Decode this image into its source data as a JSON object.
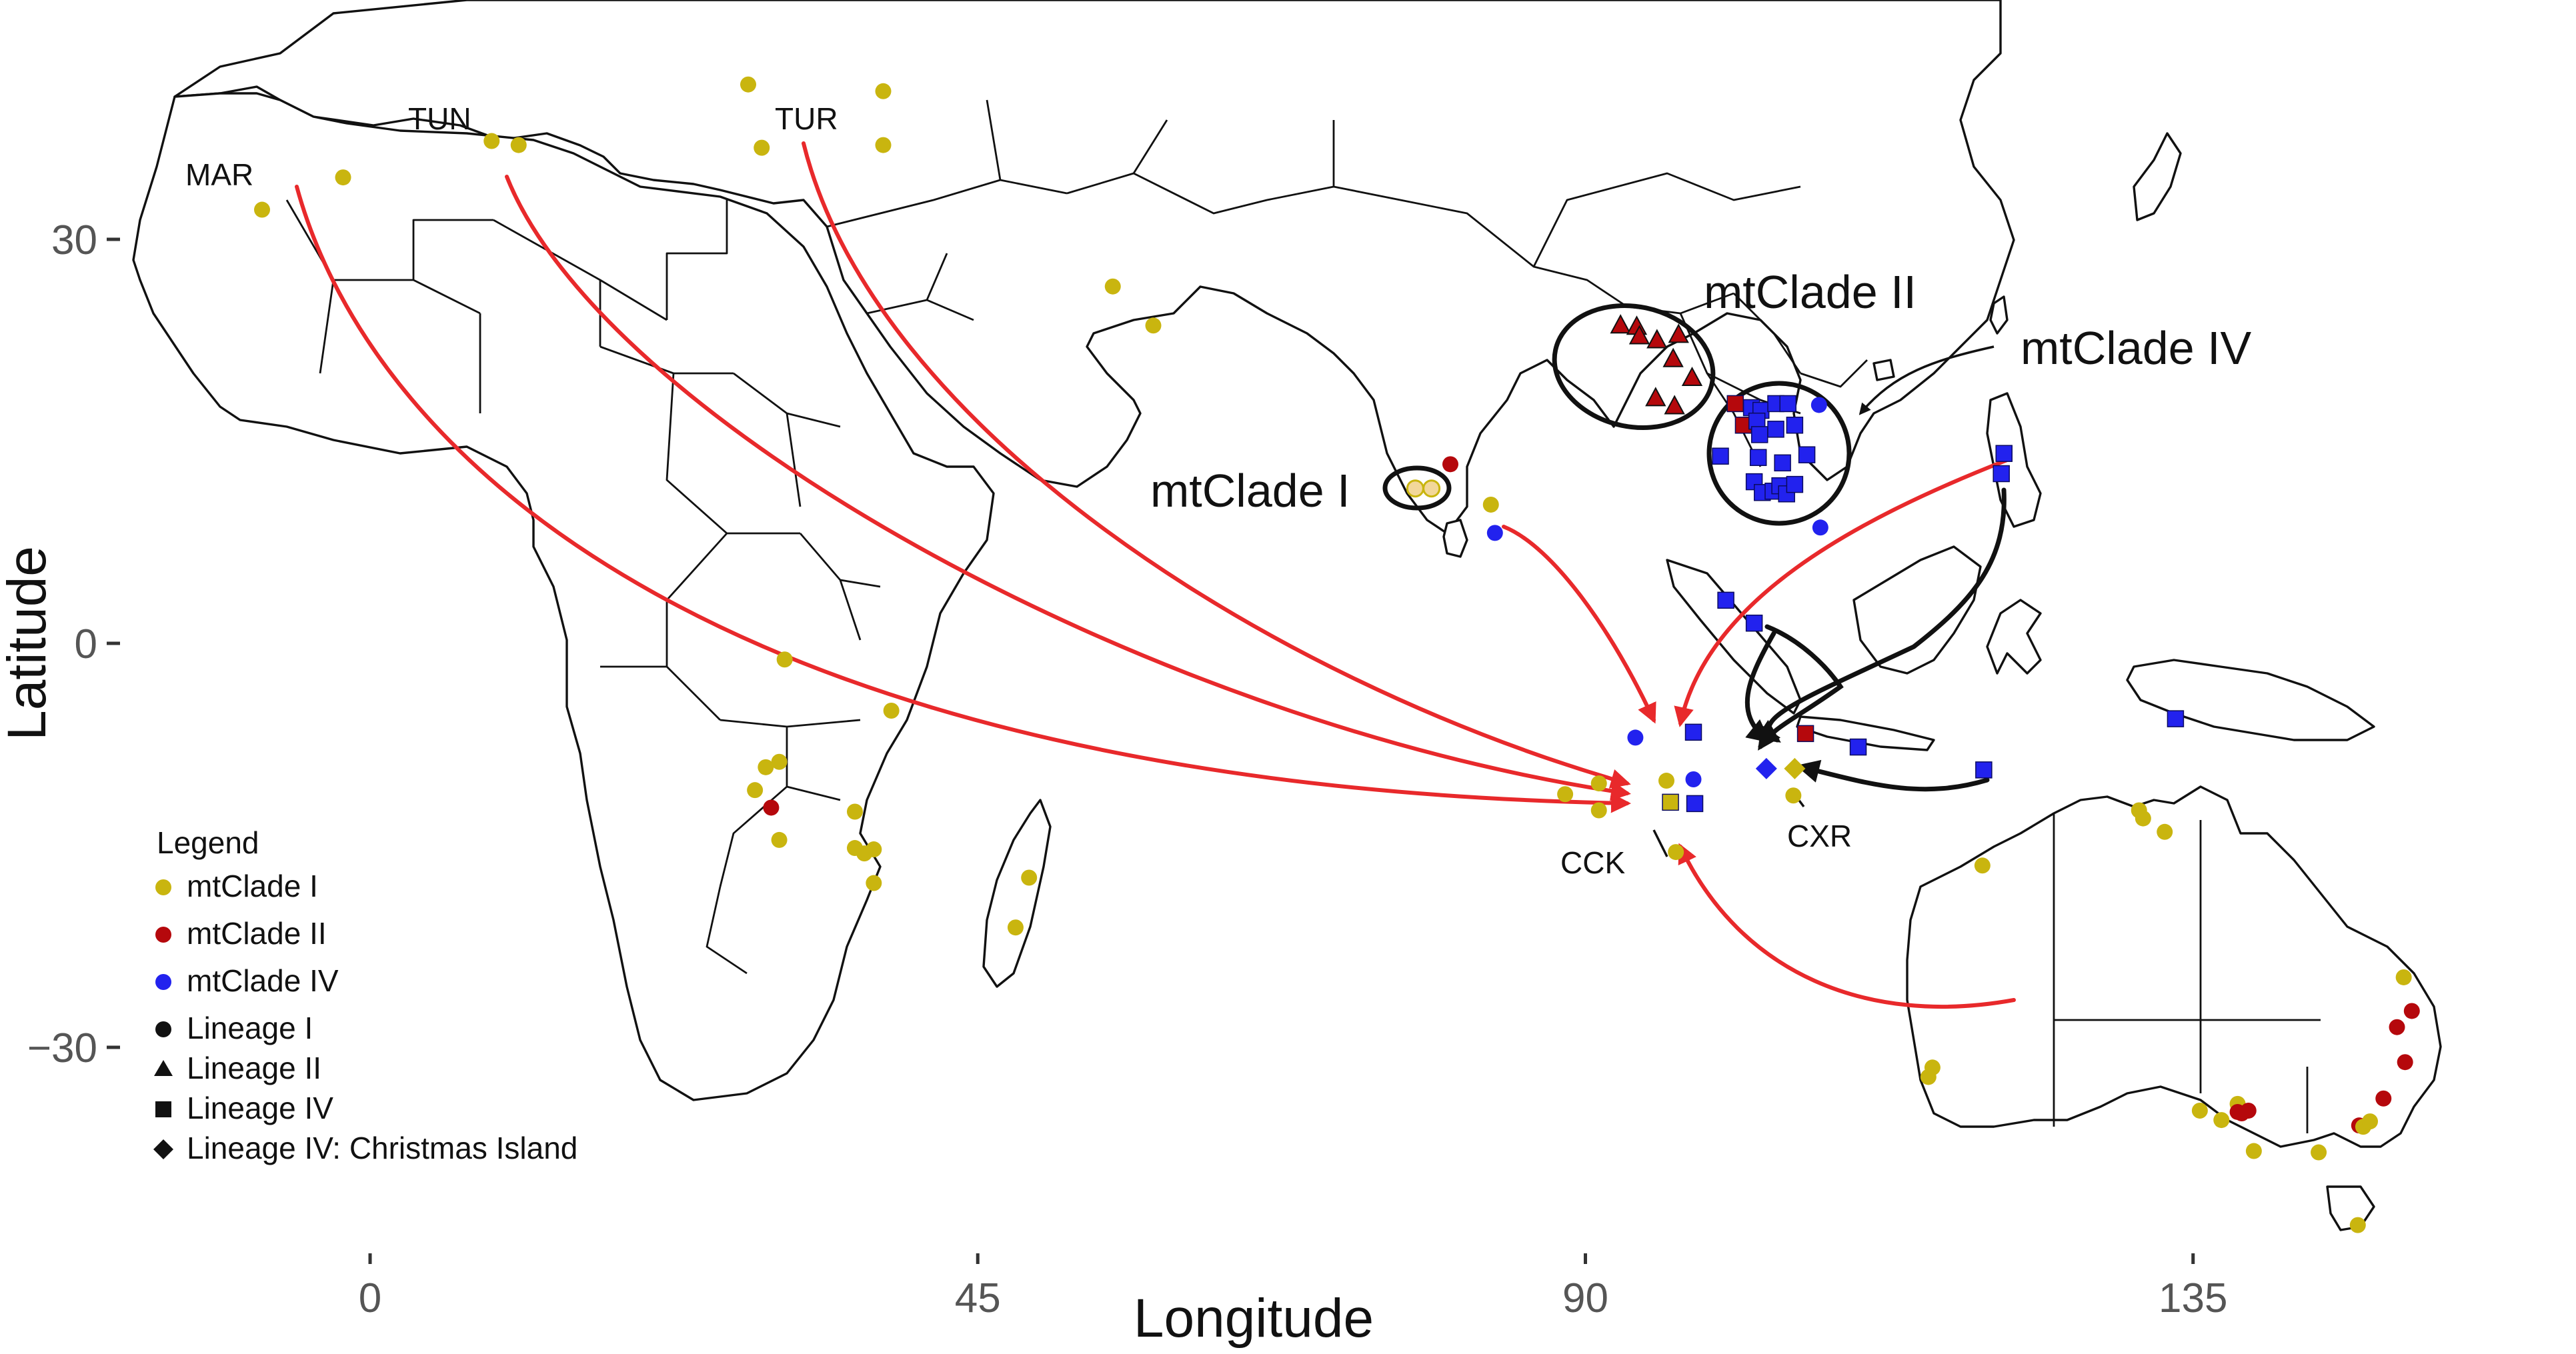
{
  "axes": {
    "x_title": "Longitude",
    "y_title": "Latitude",
    "x_ticks": [
      {
        "value": 0,
        "label": "0"
      },
      {
        "value": 45,
        "label": "45"
      },
      {
        "value": 90,
        "label": "90"
      },
      {
        "value": 135,
        "label": "135"
      }
    ],
    "y_ticks": [
      {
        "value": 30,
        "label": "30"
      },
      {
        "value": 0,
        "label": "0"
      },
      {
        "value": -30,
        "label": "−30"
      }
    ]
  },
  "places": {
    "mar": "MAR",
    "tun": "TUN",
    "tur": "TUR",
    "cck": "CCK",
    "cxr": "CXR"
  },
  "clades": {
    "clade1": "mtClade I",
    "clade2": "mtClade II",
    "clade4": "mtClade IV"
  },
  "legend": {
    "title": "Legend",
    "colors": [
      {
        "label": "mtClade I",
        "color": "#c9b50f"
      },
      {
        "label": "mtClade II",
        "color": "#b5080c"
      },
      {
        "label": "mtClade IV",
        "color": "#2222ee"
      }
    ],
    "shapes": [
      {
        "label": "Lineage I",
        "shape": "circle"
      },
      {
        "label": "Lineage II",
        "shape": "triangle"
      },
      {
        "label": "Lineage IV",
        "shape": "square"
      },
      {
        "label": "Lineage IV: Christmas Island",
        "shape": "diamond"
      }
    ]
  },
  "colors": {
    "clade1": "#c9b50f",
    "clade1_fill_light": "#f2d79a",
    "clade2": "#b5080c",
    "clade4": "#2222ee",
    "arrow_red": "#e8292b",
    "arrow_black": "#111111"
  },
  "points": [
    {
      "lon": -8,
      "lat": 32.2,
      "clade": "clade1",
      "shape": "circle"
    },
    {
      "lon": -2,
      "lat": 34.6,
      "clade": "clade1",
      "shape": "circle"
    },
    {
      "lon": 9,
      "lat": 37.3,
      "clade": "clade1",
      "shape": "circle"
    },
    {
      "lon": 11,
      "lat": 37.0,
      "clade": "clade1",
      "shape": "circle"
    },
    {
      "lon": 28,
      "lat": 41.5,
      "clade": "clade1",
      "shape": "circle"
    },
    {
      "lon": 29,
      "lat": 36.8,
      "clade": "clade1",
      "shape": "circle"
    },
    {
      "lon": 38,
      "lat": 41.0,
      "clade": "clade1",
      "shape": "circle"
    },
    {
      "lon": 38,
      "lat": 37.0,
      "clade": "clade1",
      "shape": "circle"
    },
    {
      "lon": 55,
      "lat": 26.5,
      "clade": "clade1",
      "shape": "circle"
    },
    {
      "lon": 58,
      "lat": 23.6,
      "clade": "clade1",
      "shape": "circle"
    },
    {
      "lon": 30.7,
      "lat": -1.2,
      "clade": "clade1",
      "shape": "circle"
    },
    {
      "lon": 38.6,
      "lat": -5.0,
      "clade": "clade1",
      "shape": "circle"
    },
    {
      "lon": 29.3,
      "lat": -9.2,
      "clade": "clade1",
      "shape": "circle"
    },
    {
      "lon": 30.3,
      "lat": -8.8,
      "clade": "clade1",
      "shape": "circle"
    },
    {
      "lon": 28.5,
      "lat": -10.9,
      "clade": "clade1",
      "shape": "circle"
    },
    {
      "lon": 30.3,
      "lat": -14.6,
      "clade": "clade1",
      "shape": "circle"
    },
    {
      "lon": 35.9,
      "lat": -12.5,
      "clade": "clade1",
      "shape": "circle"
    },
    {
      "lon": 35.9,
      "lat": -15.2,
      "clade": "clade1",
      "shape": "circle"
    },
    {
      "lon": 36.6,
      "lat": -15.6,
      "clade": "clade1",
      "shape": "circle"
    },
    {
      "lon": 37.3,
      "lat": -15.3,
      "clade": "clade1",
      "shape": "circle"
    },
    {
      "lon": 37.3,
      "lat": -17.8,
      "clade": "clade1",
      "shape": "circle"
    },
    {
      "lon": 48.8,
      "lat": -17.4,
      "clade": "clade1",
      "shape": "circle"
    },
    {
      "lon": 47.8,
      "lat": -21.1,
      "clade": "clade1",
      "shape": "circle"
    },
    {
      "lon": 29.7,
      "lat": -12.2,
      "clade": "clade2",
      "shape": "circle"
    },
    {
      "lon": 77.4,
      "lat": 11.5,
      "clade": "clade1_light",
      "shape": "circle"
    },
    {
      "lon": 78.6,
      "lat": 11.5,
      "clade": "clade1_light",
      "shape": "circle"
    },
    {
      "lon": 80.0,
      "lat": 13.3,
      "clade": "clade2",
      "shape": "circle"
    },
    {
      "lon": 83.0,
      "lat": 10.3,
      "clade": "clade1",
      "shape": "circle"
    },
    {
      "lon": 83.3,
      "lat": 8.2,
      "clade": "clade4",
      "shape": "circle"
    },
    {
      "lon": 88.5,
      "lat": -11.2,
      "clade": "clade1",
      "shape": "circle"
    },
    {
      "lon": 91.0,
      "lat": -10.4,
      "clade": "clade1",
      "shape": "circle"
    },
    {
      "lon": 91.0,
      "lat": -12.4,
      "clade": "clade1",
      "shape": "circle"
    },
    {
      "lon": 93.7,
      "lat": -7.0,
      "clade": "clade4",
      "shape": "circle"
    },
    {
      "lon": 96.0,
      "lat": -10.2,
      "clade": "clade1",
      "shape": "circle"
    },
    {
      "lon": 98.0,
      "lat": -10.1,
      "clade": "clade4",
      "shape": "circle"
    },
    {
      "lon": 96.7,
      "lat": -15.5,
      "clade": "clade1",
      "shape": "circle"
    },
    {
      "lon": 107.3,
      "lat": 17.7,
      "clade": "clade4",
      "shape": "circle"
    },
    {
      "lon": 107.4,
      "lat": 8.6,
      "clade": "clade4",
      "shape": "circle"
    },
    {
      "lon": 105.4,
      "lat": -11.3,
      "clade": "clade1",
      "shape": "circle"
    },
    {
      "lon": 119.4,
      "lat": -16.5,
      "clade": "clade1",
      "shape": "circle"
    },
    {
      "lon": 131.0,
      "lat": -12.4,
      "clade": "clade1",
      "shape": "circle"
    },
    {
      "lon": 131.3,
      "lat": -13.0,
      "clade": "clade1",
      "shape": "circle"
    },
    {
      "lon": 132.9,
      "lat": -14.0,
      "clade": "clade1",
      "shape": "circle"
    },
    {
      "lon": 115.7,
      "lat": -31.5,
      "clade": "clade1",
      "shape": "circle"
    },
    {
      "lon": 115.4,
      "lat": -32.2,
      "clade": "clade1",
      "shape": "circle"
    },
    {
      "lon": 135.5,
      "lat": -34.7,
      "clade": "clade1",
      "shape": "circle"
    },
    {
      "lon": 137.1,
      "lat": -35.4,
      "clade": "clade1",
      "shape": "circle"
    },
    {
      "lon": 138.3,
      "lat": -34.2,
      "clade": "clade1",
      "shape": "circle"
    },
    {
      "lon": 138.6,
      "lat": -34.9,
      "clade": "clade2",
      "shape": "circle"
    },
    {
      "lon": 139.1,
      "lat": -34.7,
      "clade": "clade2",
      "shape": "circle"
    },
    {
      "lon": 138.3,
      "lat": -34.8,
      "clade": "clade2",
      "shape": "circle"
    },
    {
      "lon": 139.5,
      "lat": -37.7,
      "clade": "clade1",
      "shape": "circle"
    },
    {
      "lon": 144.3,
      "lat": -37.8,
      "clade": "clade1",
      "shape": "circle"
    },
    {
      "lon": 147.3,
      "lat": -35.8,
      "clade": "clade2",
      "shape": "circle"
    },
    {
      "lon": 147.6,
      "lat": -35.9,
      "clade": "clade1",
      "shape": "circle"
    },
    {
      "lon": 148.1,
      "lat": -35.5,
      "clade": "clade1",
      "shape": "circle"
    },
    {
      "lon": 149.1,
      "lat": -33.8,
      "clade": "clade2",
      "shape": "circle"
    },
    {
      "lon": 150.7,
      "lat": -31.1,
      "clade": "clade2",
      "shape": "circle"
    },
    {
      "lon": 150.1,
      "lat": -28.5,
      "clade": "clade2",
      "shape": "circle"
    },
    {
      "lon": 151.2,
      "lat": -27.3,
      "clade": "clade2",
      "shape": "circle"
    },
    {
      "lon": 150.6,
      "lat": -24.8,
      "clade": "clade1",
      "shape": "circle"
    },
    {
      "lon": 147.2,
      "lat": -43.2,
      "clade": "clade1",
      "shape": "circle"
    },
    {
      "lon": 92.6,
      "lat": 23.6,
      "clade": "clade2",
      "shape": "triangle"
    },
    {
      "lon": 93.8,
      "lat": 23.5,
      "clade": "clade2",
      "shape": "triangle"
    },
    {
      "lon": 94.0,
      "lat": 22.8,
      "clade": "clade2",
      "shape": "triangle"
    },
    {
      "lon": 95.3,
      "lat": 22.5,
      "clade": "clade2",
      "shape": "triangle"
    },
    {
      "lon": 96.9,
      "lat": 22.9,
      "clade": "clade2",
      "shape": "triangle"
    },
    {
      "lon": 96.5,
      "lat": 21.1,
      "clade": "clade2",
      "shape": "triangle"
    },
    {
      "lon": 97.9,
      "lat": 19.7,
      "clade": "clade2",
      "shape": "triangle"
    },
    {
      "lon": 95.2,
      "lat": 18.2,
      "clade": "clade2",
      "shape": "triangle"
    },
    {
      "lon": 96.6,
      "lat": 17.6,
      "clade": "clade2",
      "shape": "triangle"
    },
    {
      "lon": 101.1,
      "lat": 17.8,
      "clade": "clade2",
      "shape": "square"
    },
    {
      "lon": 101.7,
      "lat": 16.2,
      "clade": "clade2",
      "shape": "square"
    },
    {
      "lon": 102.3,
      "lat": 17.5,
      "clade": "clade4",
      "shape": "square"
    },
    {
      "lon": 103.0,
      "lat": 17.3,
      "clade": "clade4",
      "shape": "square"
    },
    {
      "lon": 104.1,
      "lat": 17.8,
      "clade": "clade4",
      "shape": "square"
    },
    {
      "lon": 105.0,
      "lat": 17.8,
      "clade": "clade4",
      "shape": "square"
    },
    {
      "lon": 102.7,
      "lat": 16.5,
      "clade": "clade4",
      "shape": "square"
    },
    {
      "lon": 104.1,
      "lat": 15.9,
      "clade": "clade4",
      "shape": "square"
    },
    {
      "lon": 102.9,
      "lat": 15.5,
      "clade": "clade4",
      "shape": "square"
    },
    {
      "lon": 105.5,
      "lat": 16.2,
      "clade": "clade4",
      "shape": "square"
    },
    {
      "lon": 100.0,
      "lat": 13.9,
      "clade": "clade4",
      "shape": "square"
    },
    {
      "lon": 102.8,
      "lat": 13.8,
      "clade": "clade4",
      "shape": "square"
    },
    {
      "lon": 104.6,
      "lat": 13.4,
      "clade": "clade4",
      "shape": "square"
    },
    {
      "lon": 106.4,
      "lat": 14.0,
      "clade": "clade4",
      "shape": "square"
    },
    {
      "lon": 102.5,
      "lat": 12.0,
      "clade": "clade4",
      "shape": "square"
    },
    {
      "lon": 103.1,
      "lat": 11.2,
      "clade": "clade4",
      "shape": "square"
    },
    {
      "lon": 103.9,
      "lat": 11.3,
      "clade": "clade4",
      "shape": "square"
    },
    {
      "lon": 104.4,
      "lat": 11.7,
      "clade": "clade4",
      "shape": "square"
    },
    {
      "lon": 104.9,
      "lat": 11.1,
      "clade": "clade4",
      "shape": "square"
    },
    {
      "lon": 105.5,
      "lat": 11.8,
      "clade": "clade4",
      "shape": "square"
    },
    {
      "lon": 100.4,
      "lat": 3.2,
      "clade": "clade4",
      "shape": "square"
    },
    {
      "lon": 102.5,
      "lat": 1.5,
      "clade": "clade4",
      "shape": "square"
    },
    {
      "lon": 98.0,
      "lat": -6.6,
      "clade": "clade4",
      "shape": "square"
    },
    {
      "lon": 106.3,
      "lat": -6.7,
      "clade": "clade2",
      "shape": "square"
    },
    {
      "lon": 110.2,
      "lat": -7.7,
      "clade": "clade4",
      "shape": "square"
    },
    {
      "lon": 119.5,
      "lat": -9.4,
      "clade": "clade4",
      "shape": "square"
    },
    {
      "lon": 121.0,
      "lat": 14.1,
      "clade": "clade4",
      "shape": "square"
    },
    {
      "lon": 120.8,
      "lat": 12.6,
      "clade": "clade4",
      "shape": "square"
    },
    {
      "lon": 133.7,
      "lat": -5.6,
      "clade": "clade4",
      "shape": "square"
    },
    {
      "lon": 96.3,
      "lat": -11.8,
      "clade": "clade1",
      "shape": "square"
    },
    {
      "lon": 98.1,
      "lat": -11.9,
      "clade": "clade4",
      "shape": "square"
    },
    {
      "lon": 103.4,
      "lat": -9.3,
      "clade": "clade4",
      "shape": "diamond"
    },
    {
      "lon": 105.5,
      "lat": -9.3,
      "clade": "clade1",
      "shape": "diamond"
    }
  ]
}
